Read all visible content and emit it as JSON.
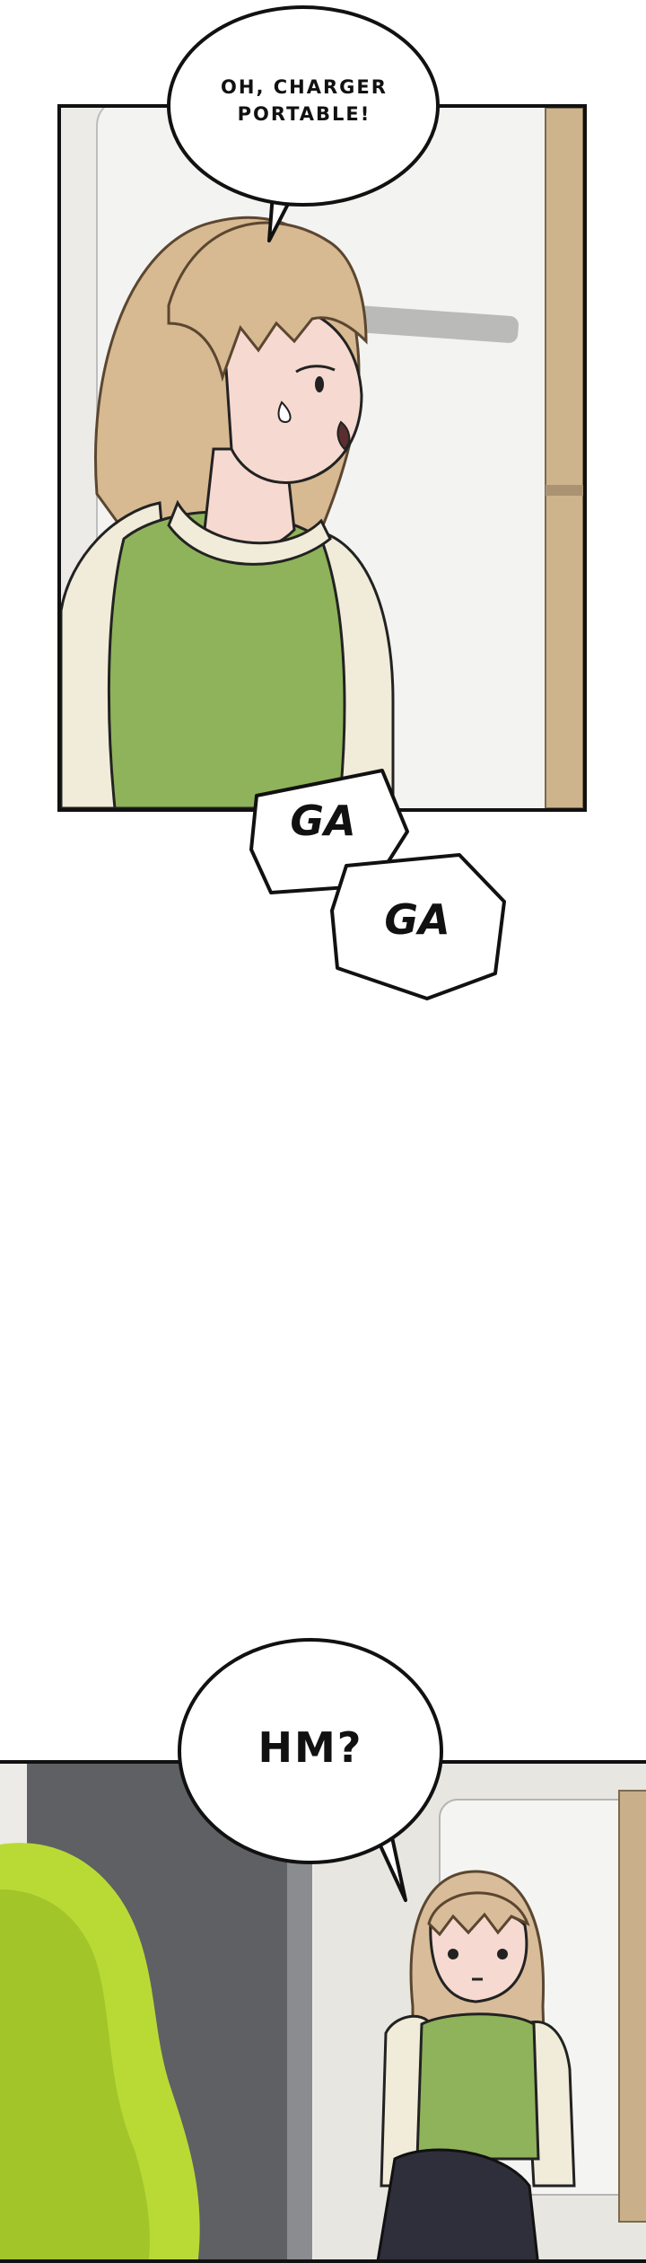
{
  "panel_1": {
    "speech_bubble": "OH, CHARGER\nPORTABLE!"
  },
  "sfx": {
    "first": "GA",
    "second": "GA"
  },
  "panel_2": {
    "speech_bubble": "HM?"
  },
  "colors": {
    "panel_border": "#111111",
    "wall": "#ecebe7",
    "fridge": "#f1f1ef",
    "hair": "#d9bc99",
    "green_top": "#8fb35a",
    "sleeve": "#f0ecd9",
    "skin": "#f6d9d0",
    "cabinet": "#c9b08a",
    "door_frame": "#59595d",
    "blob_green": "#b9da35"
  }
}
